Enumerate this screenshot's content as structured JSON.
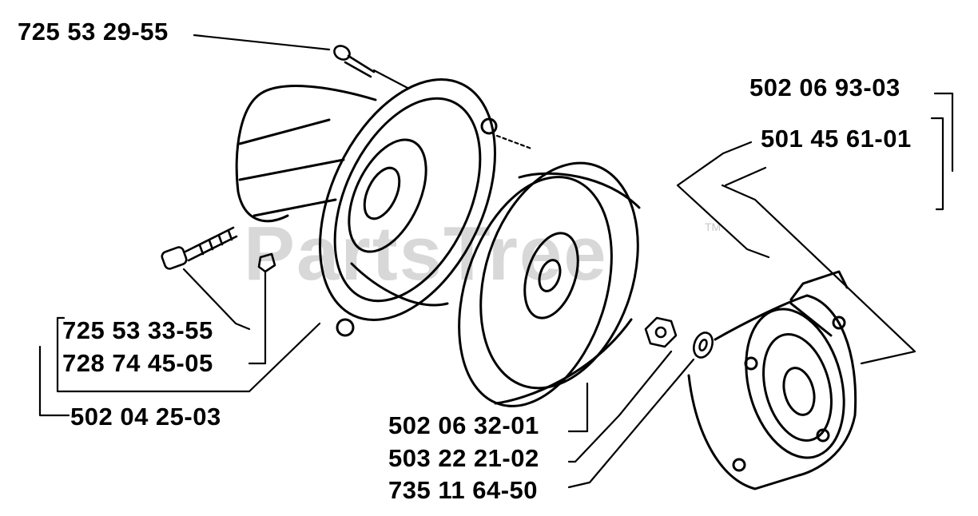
{
  "watermark": {
    "text": "PartsTree",
    "tm": "TM"
  },
  "colors": {
    "ink": "#000000",
    "paper": "#ffffff",
    "watermark": "#d8d8d8"
  },
  "labels": {
    "p1": "725 53 29-55",
    "p2": "502 06 93-03",
    "p3": "501 45 61-01",
    "p4": "725 53 33-55",
    "p5": "728 74 45-05",
    "p6": "502 04 25-03",
    "p7": "502 06 32-01",
    "p8": "503 22 21-02",
    "p9": "735 11 64-50"
  }
}
